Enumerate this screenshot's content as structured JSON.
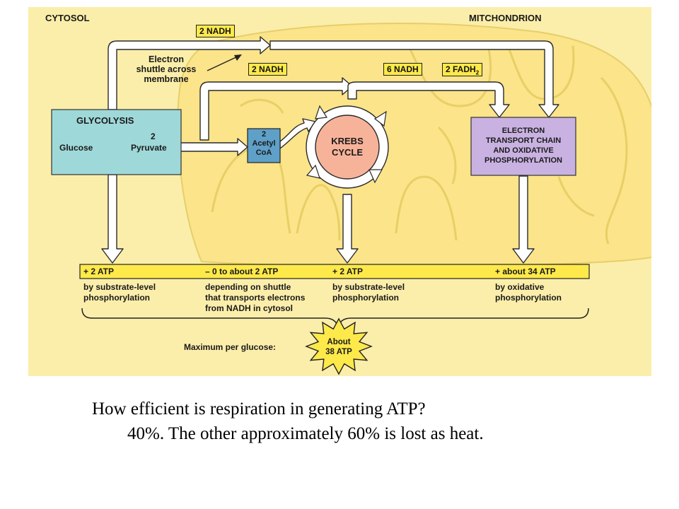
{
  "regions": {
    "cytosol": "CYTOSOL",
    "mitochondrion": "MITCHONDRION"
  },
  "shuttle": {
    "nadh_top": "2 NADH",
    "label_1": "Electron",
    "label_2": "shuttle across",
    "label_3": "membrane"
  },
  "glycolysis": {
    "title": "GLYCOLYSIS",
    "input": "Glucose",
    "output_count": "2",
    "output": "Pyruvate"
  },
  "acetyl": {
    "line1": "2",
    "line2": "Acetyl",
    "line3": "CoA"
  },
  "krebs": {
    "line1": "KREBS",
    "line2": "CYCLE"
  },
  "etc": {
    "line1": "ELECTRON",
    "line2": "TRANSPORT CHAIN",
    "line3": "AND OXIDATIVE",
    "line4": "PHOSPHORYLATION"
  },
  "carriers": {
    "nadh_pyruvate": "2 NADH",
    "nadh_krebs": "6 NADH",
    "fadh2": "2 FADH",
    "fadh2_sub": "2"
  },
  "atp_bar": [
    {
      "amount": "+ 2 ATP",
      "desc": [
        "by substrate-level",
        "phosphorylation"
      ]
    },
    {
      "amount": "– 0 to about 2 ATP",
      "desc": [
        "depending on shuttle",
        "that transports electrons",
        "from NADH in cytosol"
      ]
    },
    {
      "amount": "+ 2 ATP",
      "desc": [
        "by substrate-level",
        "phosphorylation"
      ]
    },
    {
      "amount": "+ about 34 ATP",
      "desc": [
        "by oxidative",
        "phosphorylation"
      ]
    }
  ],
  "maximum": {
    "label": "Maximum per glucose:",
    "burst_line1": "About",
    "burst_line2": "38 ATP"
  },
  "caption": {
    "question": "How efficient is respiration in generating ATP?",
    "answer": "40%. The other approximately 60% is lost as heat."
  },
  "colors": {
    "panel_bg": "#fbeeaa",
    "mito_fill": "#fbe48a",
    "mito_inner": "#fbeeaa",
    "glycolysis_box": "#9fd8d8",
    "acetyl_box": "#5fa0c8",
    "krebs_fill": "#f7b39a",
    "etc_box": "#c9b2e2",
    "arrow_fill": "#ffffff",
    "atp_bar": "#fde94a",
    "burst": "#fde94a"
  }
}
